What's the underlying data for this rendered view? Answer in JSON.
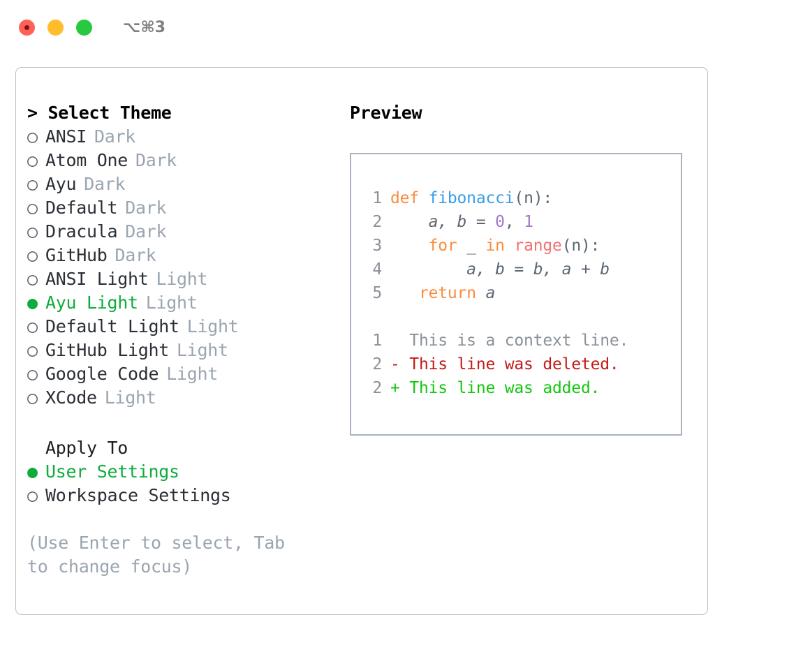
{
  "titlebar": {
    "shortcut": "⌥⌘3",
    "close_icon": "close-dot",
    "minimize_icon": "minimize-dot",
    "zoom_icon": "zoom-dot"
  },
  "theme_panel": {
    "heading": "> Select Theme",
    "bullet_selected": "●",
    "bullet_unselected": "○",
    "items": [
      {
        "label": "ANSI",
        "badge": "Dark",
        "selected": false
      },
      {
        "label": "Atom One",
        "badge": "Dark",
        "selected": false
      },
      {
        "label": "Ayu",
        "badge": "Dark",
        "selected": false
      },
      {
        "label": "Default",
        "badge": "Dark",
        "selected": false
      },
      {
        "label": "Dracula",
        "badge": "Dark",
        "selected": false
      },
      {
        "label": "GitHub",
        "badge": "Dark",
        "selected": false
      },
      {
        "label": "ANSI Light",
        "badge": "Light",
        "selected": false
      },
      {
        "label": "Ayu Light",
        "badge": "Light",
        "selected": true
      },
      {
        "label": "Default Light",
        "badge": "Light",
        "selected": false
      },
      {
        "label": "GitHub Light",
        "badge": "Light",
        "selected": false
      },
      {
        "label": "Google Code",
        "badge": "Light",
        "selected": false
      },
      {
        "label": "XCode",
        "badge": "Light",
        "selected": false
      }
    ]
  },
  "apply_to": {
    "heading": "Apply To",
    "items": [
      {
        "label": "User Settings",
        "selected": true
      },
      {
        "label": "Workspace Settings",
        "selected": false
      }
    ]
  },
  "hint": "(Use Enter to select, Tab to change focus)",
  "preview": {
    "heading": "Preview",
    "code_lines": [
      {
        "number": "1",
        "tokens": [
          {
            "text": "def ",
            "type": "kw"
          },
          {
            "text": "fibonacci",
            "type": "fn"
          },
          {
            "text": "(n):",
            "type": "punc"
          }
        ]
      },
      {
        "number": "2",
        "tokens": [
          {
            "text": "    a, b = ",
            "type": "var"
          },
          {
            "text": "0",
            "type": "num"
          },
          {
            "text": ", ",
            "type": "punc"
          },
          {
            "text": "1",
            "type": "num"
          }
        ]
      },
      {
        "number": "3",
        "tokens": [
          {
            "text": "    ",
            "type": "punc"
          },
          {
            "text": "for",
            "type": "kw"
          },
          {
            "text": " _ ",
            "type": "var"
          },
          {
            "text": "in",
            "type": "kw"
          },
          {
            "text": " ",
            "type": "punc"
          },
          {
            "text": "range",
            "type": "bi"
          },
          {
            "text": "(n):",
            "type": "punc"
          }
        ]
      },
      {
        "number": "4",
        "tokens": [
          {
            "text": "        a, b = b, a + b",
            "type": "var"
          }
        ]
      },
      {
        "number": "5",
        "tokens": [
          {
            "text": "   ",
            "type": "punc"
          },
          {
            "text": "return",
            "type": "kw"
          },
          {
            "text": " a",
            "type": "var"
          }
        ]
      }
    ],
    "diff_lines": [
      {
        "number": "1",
        "marker": " ",
        "text": " This is a context line.",
        "type": "ctx"
      },
      {
        "number": "2",
        "marker": "-",
        "text": " This line was deleted.",
        "type": "del"
      },
      {
        "number": "2",
        "marker": "+",
        "text": " This line was added.",
        "type": "add"
      }
    ]
  },
  "colors": {
    "keyword": "#fa8d3e",
    "function": "#399ee6",
    "number": "#a37acc",
    "builtin": "#f07171",
    "variable": "#5c6773",
    "line_number": "#8a9199",
    "diff_context": "#8a9199",
    "diff_deleted": "#c21b17",
    "diff_added": "#13c710",
    "selected": "#0fac3c",
    "badge": "#9aa5b1",
    "border": "#a9b2bf"
  }
}
